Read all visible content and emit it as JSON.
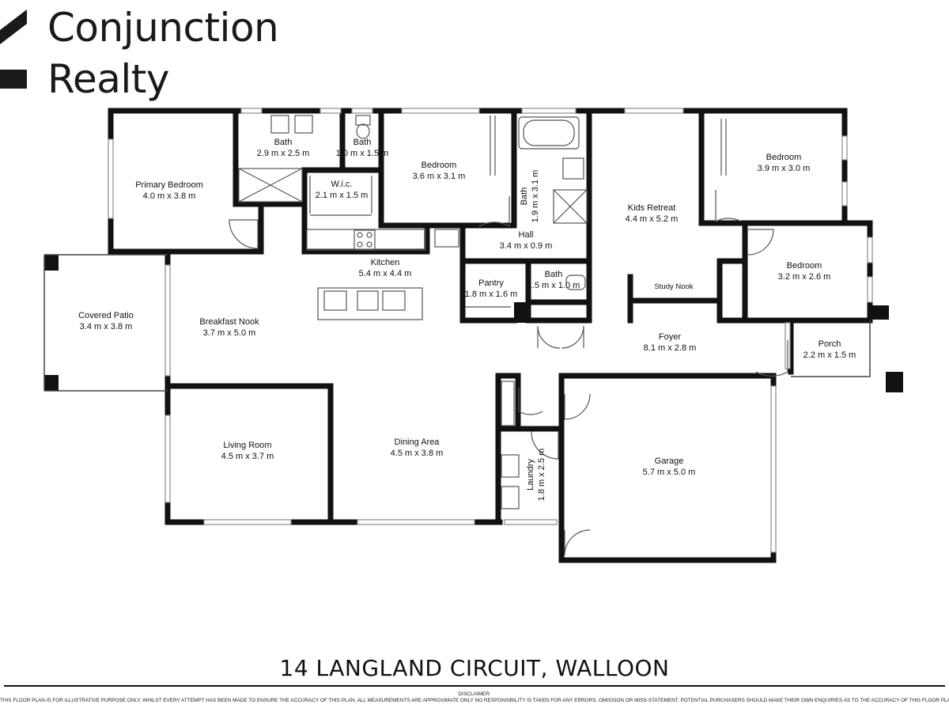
{
  "brand": {
    "line1": "Conjunction",
    "line2": "Realty"
  },
  "rooms": [
    {
      "key": "primary_bedroom",
      "name": "Primary Bedroom",
      "dim": "4.0 m x 3.8 m"
    },
    {
      "key": "bath_main",
      "name": "Bath",
      "dim": "2.9 m x 2.5 m"
    },
    {
      "key": "bath_wc",
      "name": "Bath",
      "dim": "1.0 m x 1.5 m"
    },
    {
      "key": "wic",
      "name": "W.i.c.",
      "dim": "2.1 m x 1.5 m"
    },
    {
      "key": "bedroom_2",
      "name": "Bedroom",
      "dim": "3.6 m x 3.1 m"
    },
    {
      "key": "bath_vertical",
      "name": "Bath",
      "dim": "1.9 m x 3.1 m"
    },
    {
      "key": "kids_retreat",
      "name": "Kids Retreat",
      "dim": "4.4 m x 5.2 m"
    },
    {
      "key": "bedroom_3",
      "name": "Bedroom",
      "dim": "3.9 m x 3.0 m"
    },
    {
      "key": "hall",
      "name": "Hall",
      "dim": "3.4 m x 0.9 m"
    },
    {
      "key": "kitchen",
      "name": "Kitchen",
      "dim": "5.4 m x 4.4 m"
    },
    {
      "key": "bedroom_4",
      "name": "Bedroom",
      "dim": "3.2 m x 2.6 m"
    },
    {
      "key": "pantry",
      "name": "Pantry",
      "dim": "1.8 m x 1.6 m"
    },
    {
      "key": "bath_small",
      "name": "Bath",
      "dim": "1.5 m x 1.0 m"
    },
    {
      "key": "study_nook",
      "name": "Study Nook",
      "dim": ""
    },
    {
      "key": "covered_patio",
      "name": "Covered Patio",
      "dim": "3.4 m x 3.8 m"
    },
    {
      "key": "breakfast_nook",
      "name": "Breakfast Nook",
      "dim": "3.7 m x 5.0 m"
    },
    {
      "key": "foyer",
      "name": "Foyer",
      "dim": "8.1 m x 2.8 m"
    },
    {
      "key": "porch",
      "name": "Porch",
      "dim": "2.2 m x 1.5 m"
    },
    {
      "key": "living_room",
      "name": "Living Room",
      "dim": "4.5 m x 3.7 m"
    },
    {
      "key": "dining_area",
      "name": "Dining Area",
      "dim": "4.5 m x 3.8 m"
    },
    {
      "key": "laundry",
      "name": "Laundry",
      "dim": "1.8 m x 2.5 m"
    },
    {
      "key": "garage",
      "name": "Garage",
      "dim": "5.7 m x 5.0 m"
    }
  ],
  "address": "14 LANGLAND CIRCUIT, WALLOON",
  "disclaimer": {
    "title": "DISCLAIMER:",
    "text": "THIS FLOOR PLAN IS FOR ILLUSTRATIVE PURPOSE ONLY. WHILST EVERY ATTEMPT HAS BEEN MADE TO ENSURE THE ACCURACY OF THIS PLAN, ALL MEASUREMENTS ARE APPROXIMATE ONLY NO RESPONSIBILITY IS TAKEN FOR ANY ERRORS, OMISSION OR MISS-STATEMENT. POTENTIAL PURCHASERS SHOULD MAKE THEIR OWN ENQUIRIES AS TO THE ACCURACY OF THIS FLOOR PLAN"
  },
  "colors": {
    "wall": "#111111",
    "fixture": "#555555",
    "window": "#8a8a8a"
  }
}
